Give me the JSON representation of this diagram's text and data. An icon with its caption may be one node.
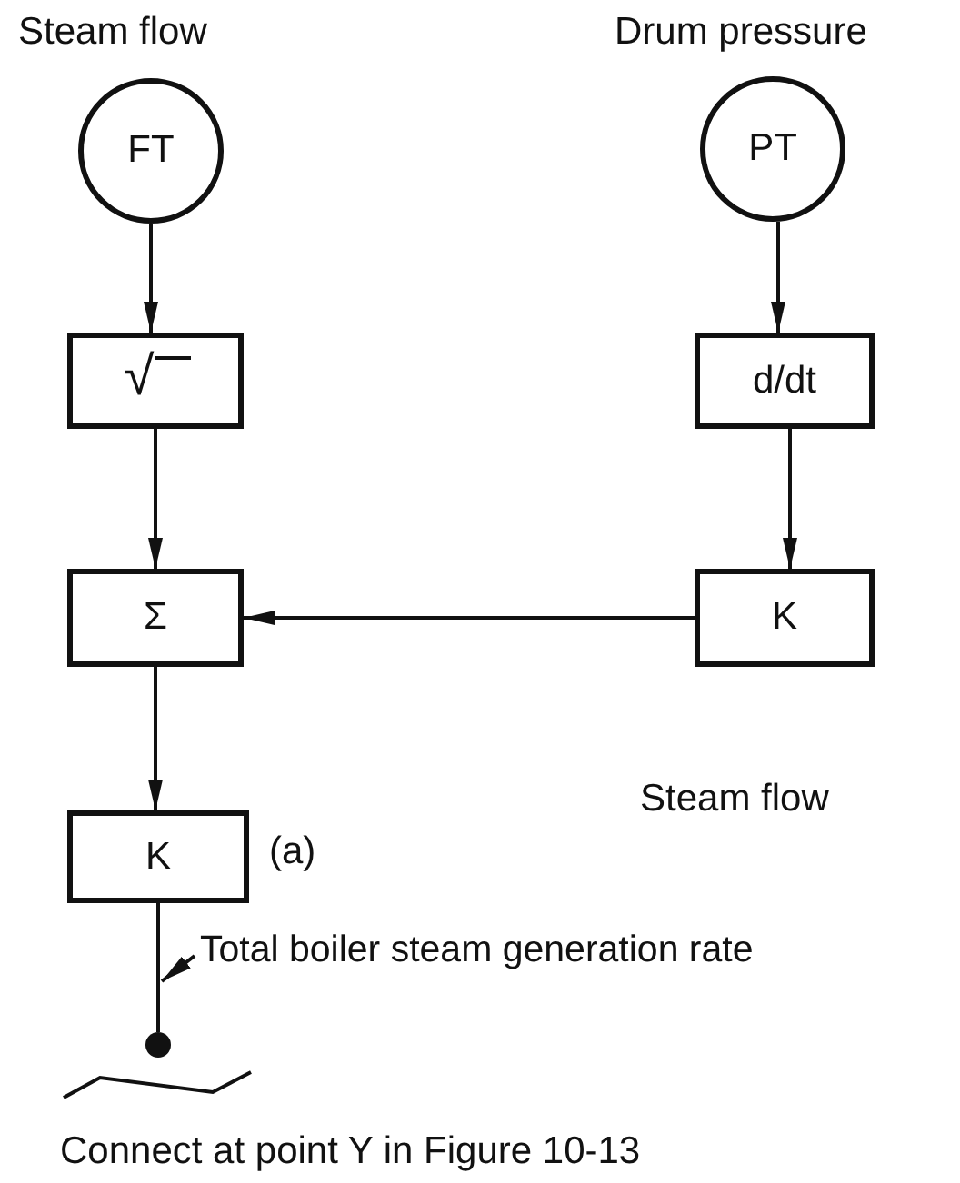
{
  "diagram": {
    "nodes": [
      {
        "text": [
          "FT"
        ],
        "beside": [
          "Steam flow"
        ]
      },
      {
        "text": [
          "PT"
        ],
        "beside": [
          "Drum pressure"
        ]
      },
      {
        "text": [
          "√"
        ]
      },
      {
        "text": [
          "d/dt"
        ]
      },
      {
        "text": [
          "Σ"
        ]
      },
      {
        "text": [
          "K"
        ]
      },
      {
        "text": [
          "K"
        ],
        "beside": [
          "(a)"
        ]
      },
      {
        "text": [
          "Total boiler steam generation rate"
        ]
      },
      {
        "text": [],
        "shape": "circle"
      }
    ],
    "edges": [
      {
        "from": 0,
        "to": 2,
        "arrow": "to"
      },
      {
        "from": 1,
        "to": 3,
        "arrow": "to"
      },
      {
        "from": 2,
        "to": 4,
        "arrow": "to"
      },
      {
        "from": 3,
        "to": 5,
        "arrow": "to"
      },
      {
        "from": 5,
        "to": 4,
        "arrow": "to"
      },
      {
        "from": 4,
        "to": 6,
        "arrow": "to"
      },
      {
        "from": 6,
        "to": 8,
        "arrow": "none"
      },
      {
        "from": 7,
        "to": null,
        "arrow": "to"
      }
    ],
    "labels": [
      "Steam flow",
      "Connect at point Y in Figure 10-13"
    ]
  }
}
